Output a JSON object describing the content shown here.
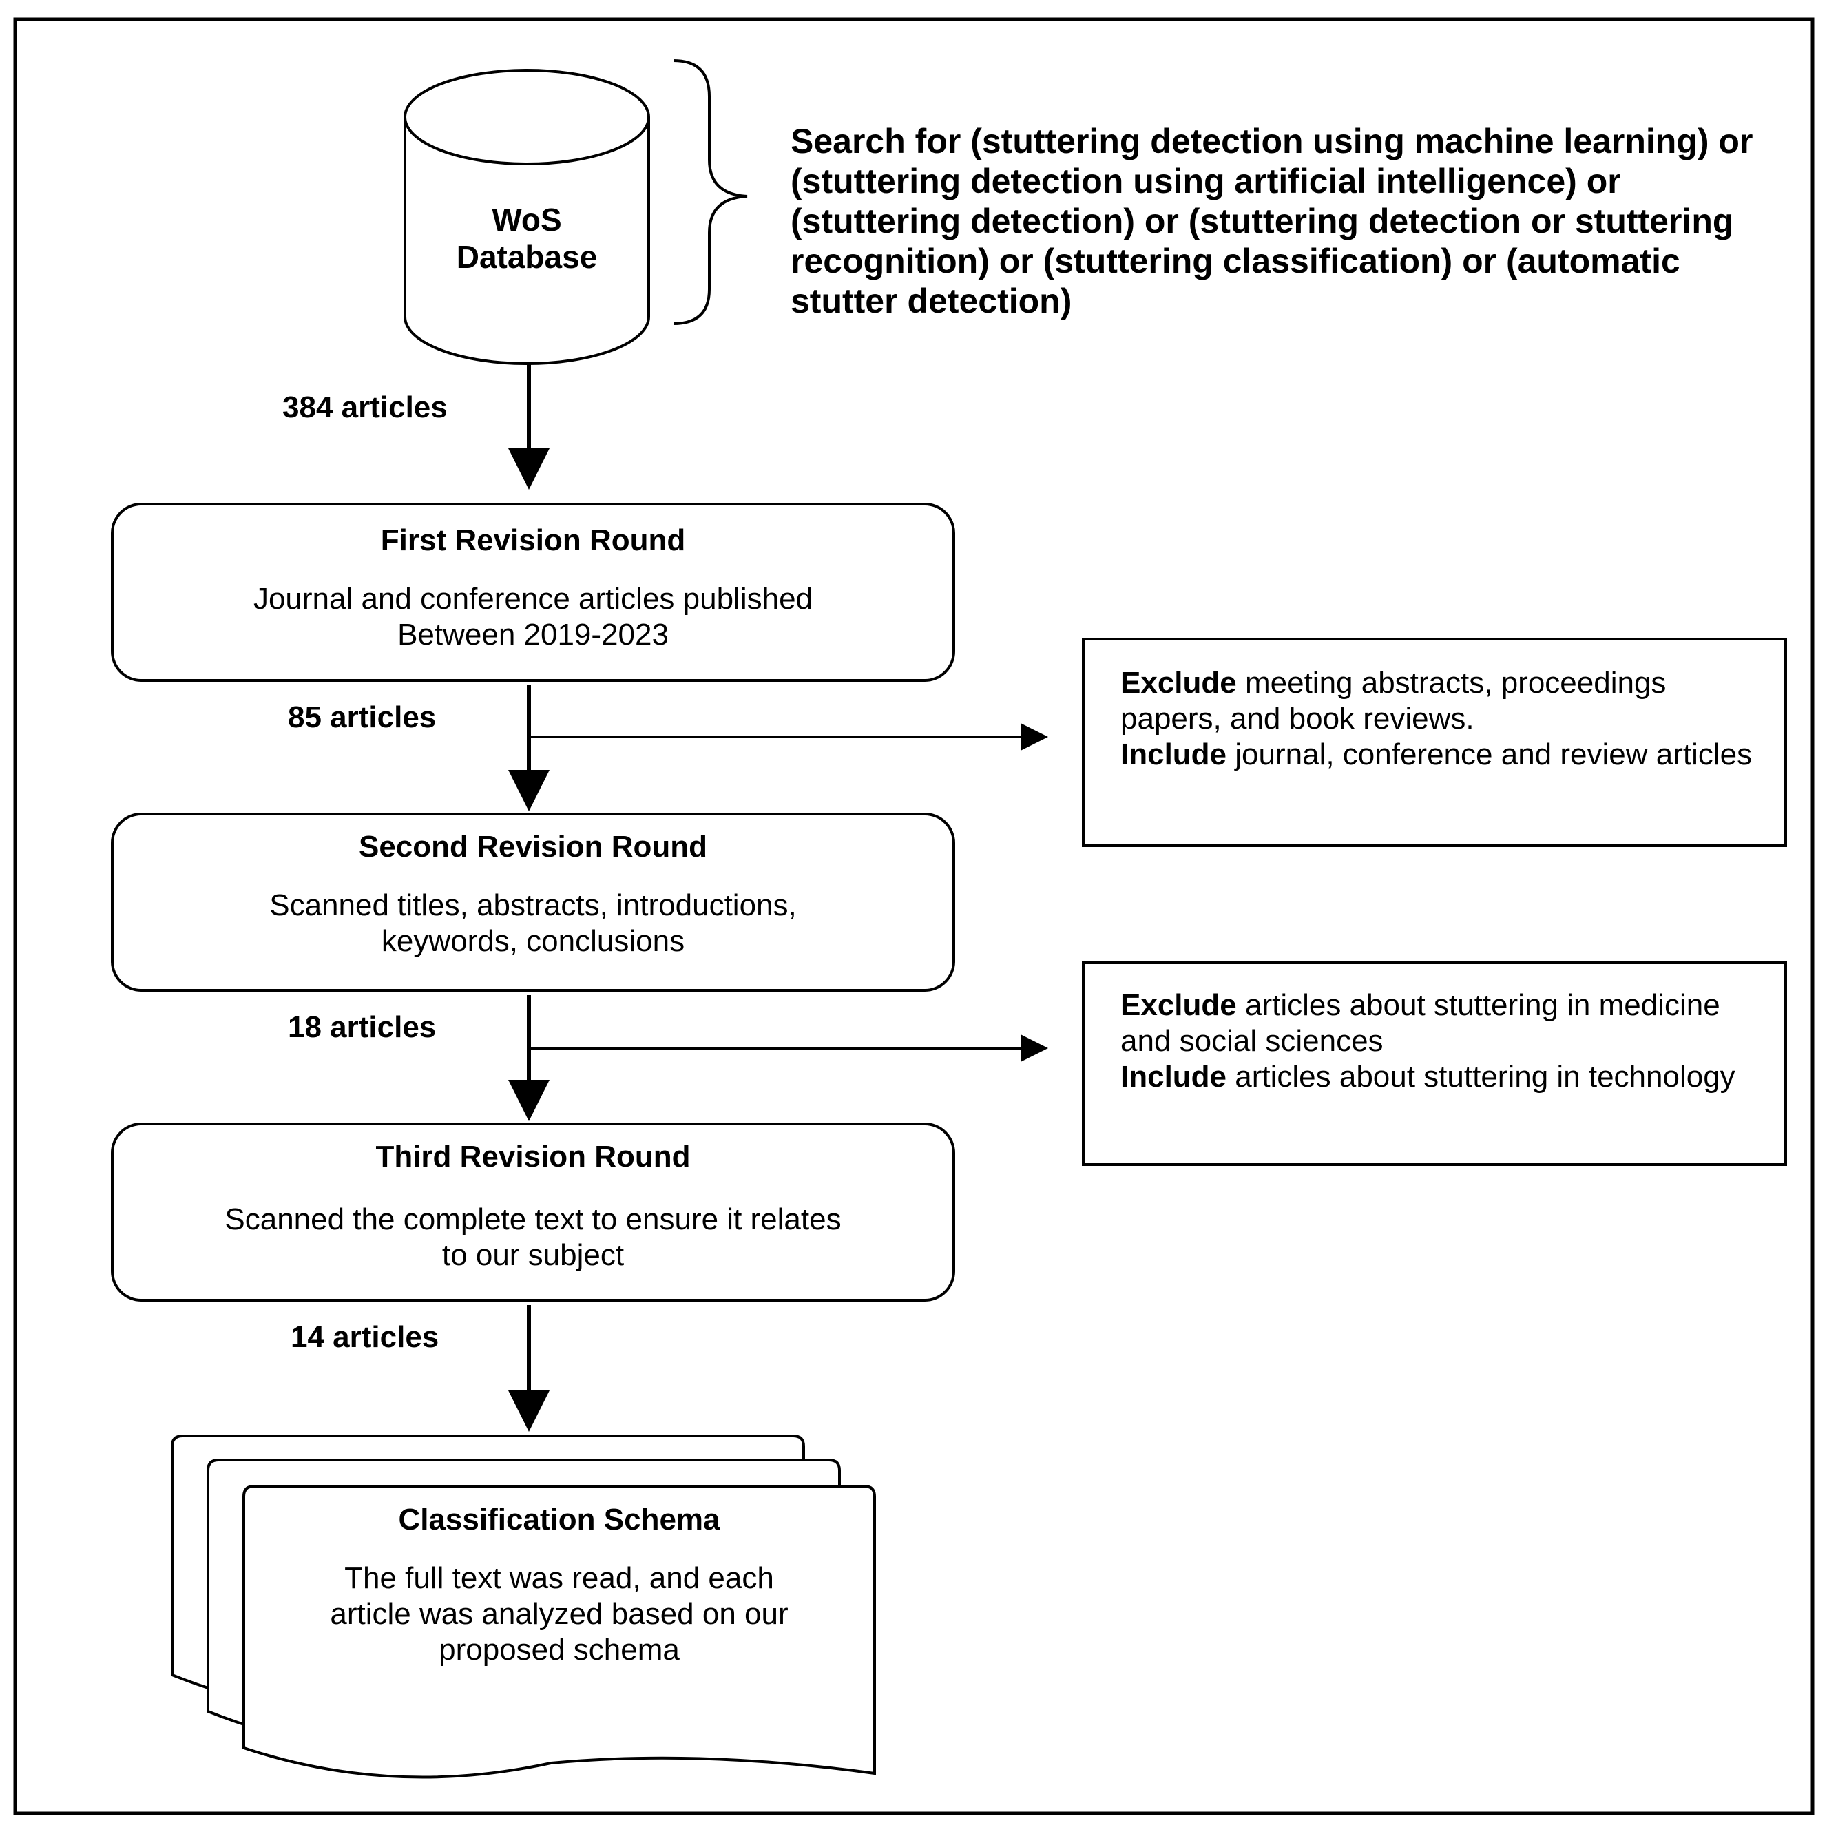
{
  "database": {
    "line1": "WoS",
    "line2": "Database"
  },
  "search_query": "Search for (stuttering detection using machine learning) or (stuttering detection using artificial intelligence) or (stuttering detection) or (stuttering detection or stuttering recognition) or (stuttering classification) or (automatic stutter detection)",
  "counts": {
    "after_search": "384 articles",
    "after_round1": "85 articles",
    "after_round2": "18 articles",
    "after_round3": "14 articles"
  },
  "rounds": [
    {
      "title": "First Revision Round",
      "line1": "Journal and conference articles published",
      "line2": "Between 2019-2023"
    },
    {
      "title": "Second Revision Round",
      "line1": "Scanned titles, abstracts, introductions,",
      "line2": "keywords, conclusions"
    },
    {
      "title": "Third Revision Round",
      "line1": "Scanned the complete text to ensure it relates",
      "line2": "to our subject"
    }
  ],
  "criteria": [
    {
      "exclude_word": "Exclude",
      "exclude_text": " meeting abstracts, proceedings papers, and book reviews.",
      "include_word": "Include",
      "include_text": " journal, conference and review articles"
    },
    {
      "exclude_word": "Exclude",
      "exclude_text": " articles about stuttering in medicine and social sciences",
      "include_word": "Include",
      "include_text": " articles about stuttering in technology"
    }
  ],
  "schema": {
    "title": "Classification Schema",
    "line1": "The full text was read, and each",
    "line2": "article was analyzed based on our",
    "line3": "proposed schema"
  }
}
